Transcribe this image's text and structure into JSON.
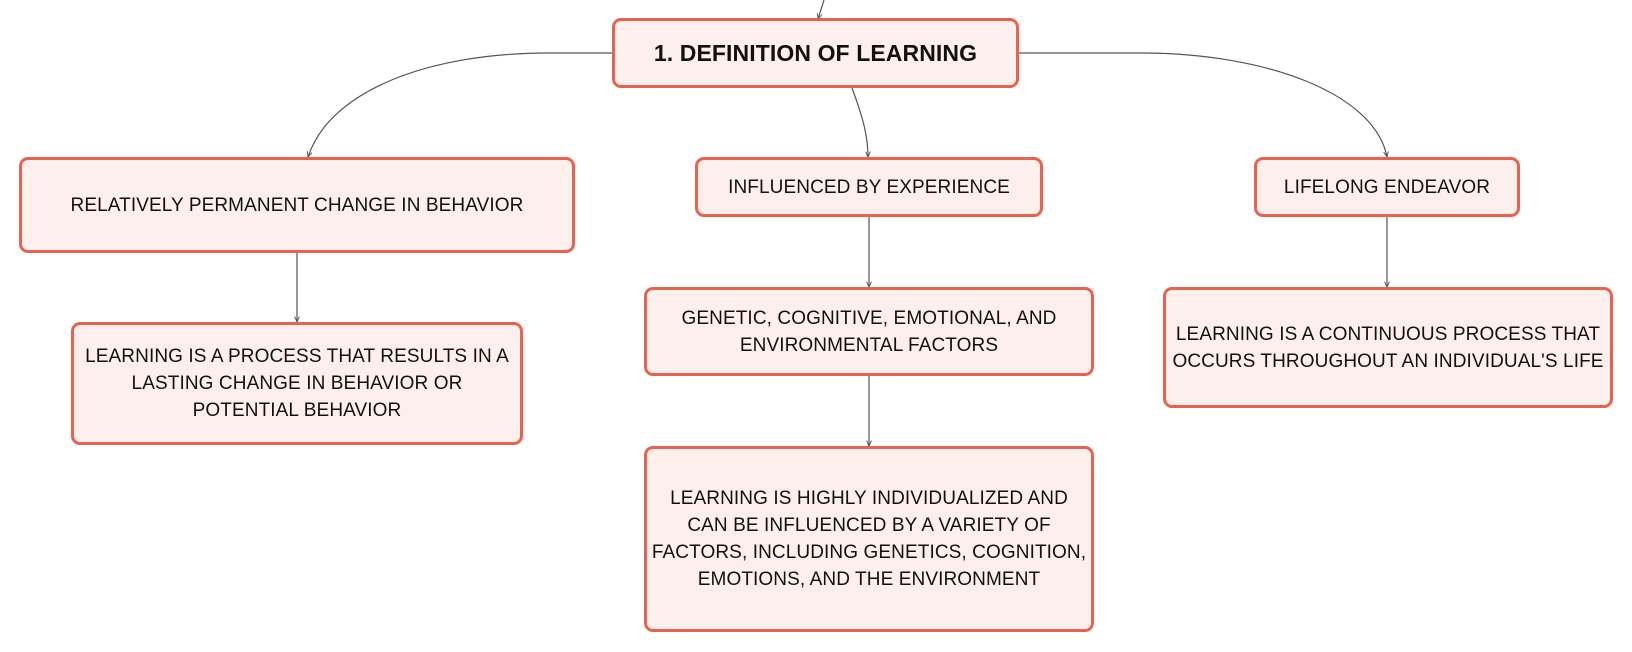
{
  "colors": {
    "node_fill": "#fdf0ec",
    "node_border": "#e8624f",
    "connector": "#555555",
    "text": "#111111"
  },
  "nodes": {
    "root": "1. DEFINITION OF LEARNING",
    "permanent_change": "RELATIVELY PERMANENT CHANGE IN BEHAVIOR",
    "process_detail": "LEARNING IS A PROCESS THAT RESULTS IN A LASTING CHANGE IN BEHAVIOR OR POTENTIAL BEHAVIOR",
    "influenced": "INFLUENCED BY EXPERIENCE",
    "factors": "GENETIC, COGNITIVE, EMOTIONAL, AND ENVIRONMENTAL FACTORS",
    "individualized": "LEARNING IS HIGHLY INDIVIDUALIZED AND CAN BE INFLUENCED BY A VARIETY OF FACTORS, INCLUDING GENETICS, COGNITION, EMOTIONS, AND THE ENVIRONMENT",
    "lifelong": "LIFELONG ENDEAVOR",
    "continuous": "LEARNING IS A CONTINUOUS PROCESS THAT OCCURS THROUGHOUT AN INDIVIDUAL'S LIFE"
  }
}
